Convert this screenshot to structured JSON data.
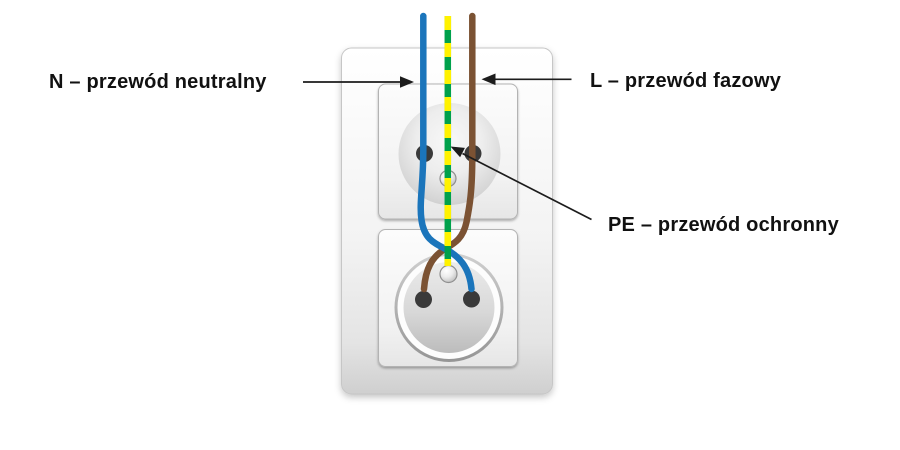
{
  "labels": {
    "neutral": "N – przewód neutralny",
    "phase": "L – przewód fazowy",
    "protective": "PE – przewód ochronny"
  },
  "colors": {
    "neutral_wire_blue": "#1B75BB",
    "phase_wire_brown": "#7B5233",
    "protective_wire_green": "#00A14B",
    "protective_wire_yellow": "#FFF200",
    "label_text": "#111111",
    "arrow_line": "#1C1C1C",
    "socket_hole": "#3A3A3A"
  }
}
